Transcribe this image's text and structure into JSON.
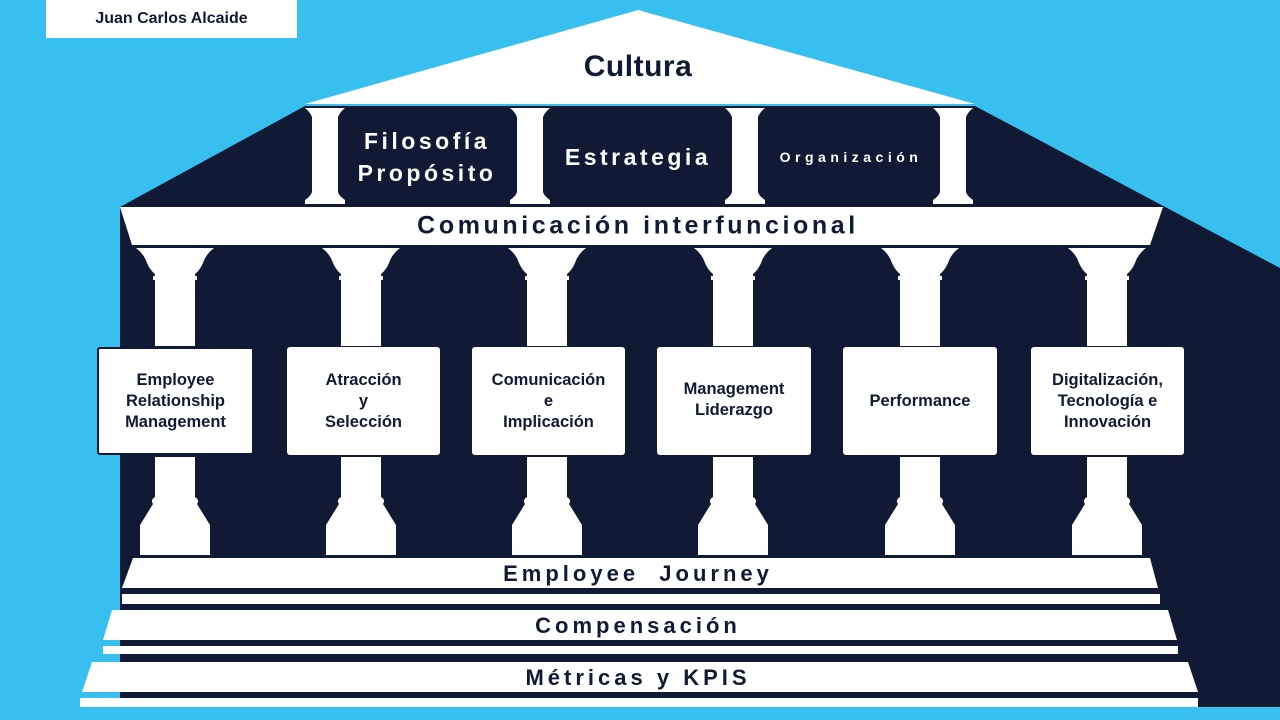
{
  "author": "Juan Carlos Alcaide",
  "roof_title": "Cultura",
  "upper_pillars": {
    "philosophy": [
      "Filosofía",
      "Propósito"
    ],
    "strategy": "Estrategia",
    "organization": "Organización"
  },
  "beam": "Comunicación interfuncional",
  "pillars": [
    {
      "lines": [
        "Employee",
        "Relationship",
        "Management"
      ]
    },
    {
      "lines": [
        "Atracción",
        "y",
        "Selección"
      ]
    },
    {
      "lines": [
        "Comunicación",
        "e",
        "Implicación"
      ]
    },
    {
      "lines": [
        "Management",
        "Liderazgo"
      ]
    },
    {
      "lines": [
        "Performance"
      ]
    },
    {
      "lines": [
        "Digitalización,",
        "Tecnología e",
        "Innovación"
      ]
    }
  ],
  "steps": [
    "Employee  Journey",
    "Compensación",
    "Métricas y KPIS"
  ],
  "colors": {
    "background": "#36bfef",
    "navy": "#111a35",
    "white": "#ffffff"
  }
}
